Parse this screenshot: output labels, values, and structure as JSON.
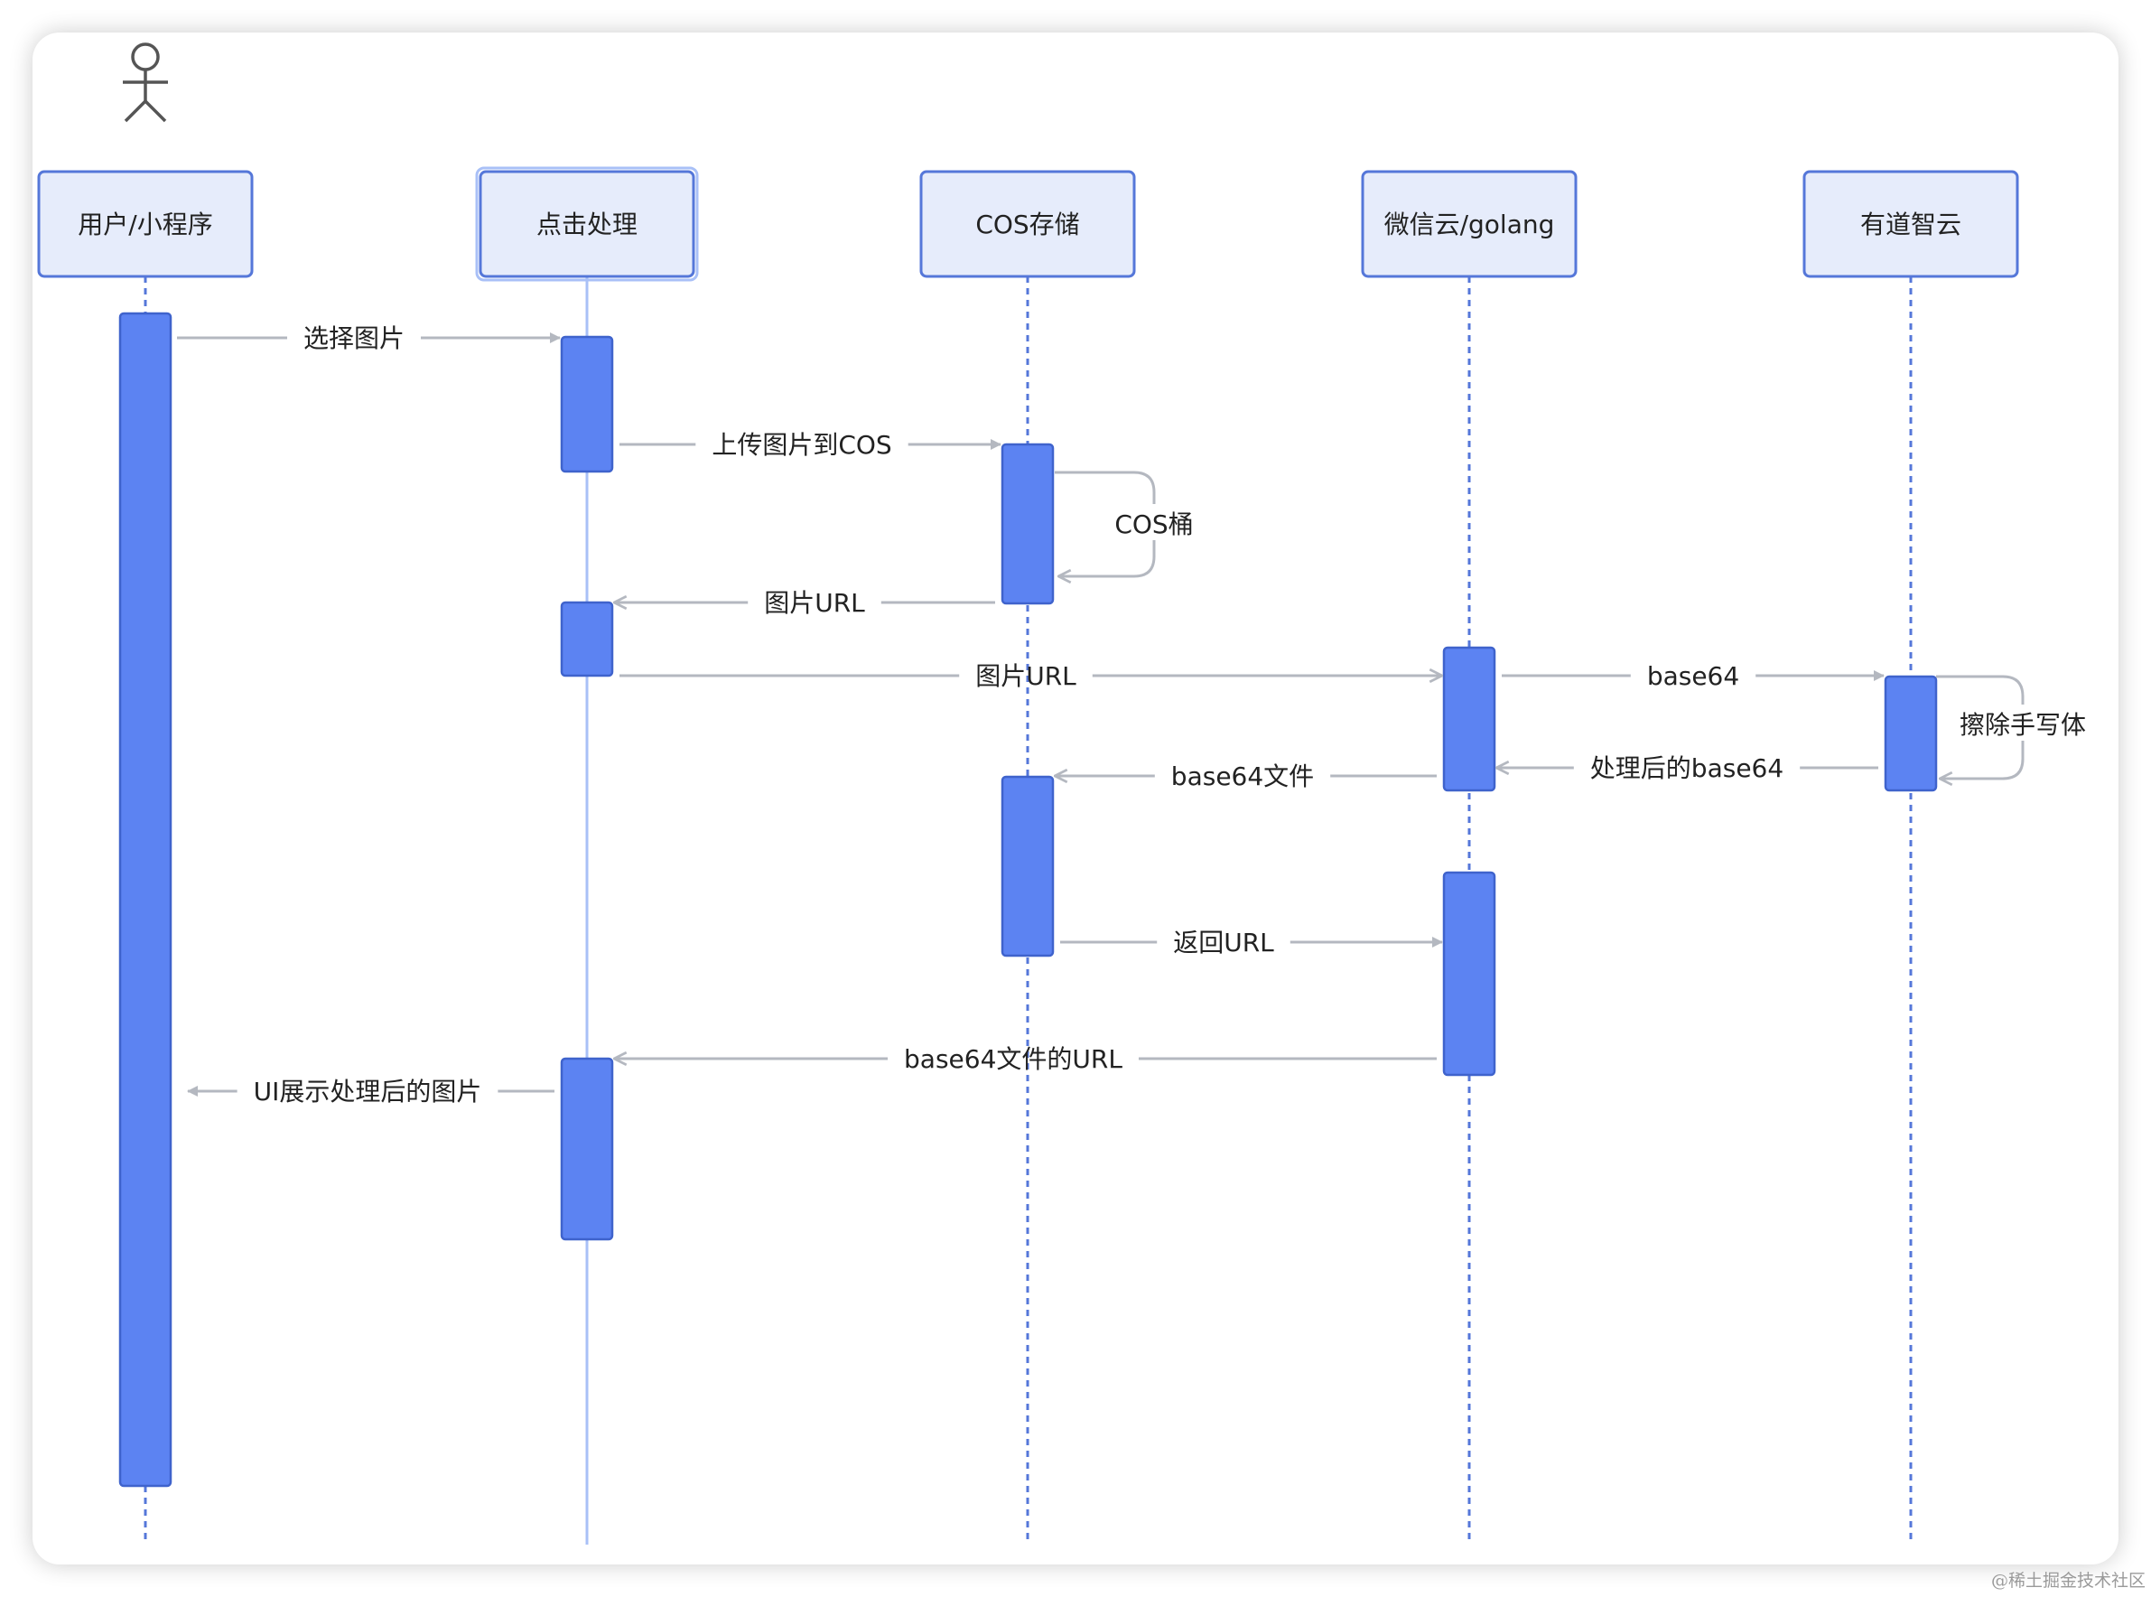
{
  "participants": [
    {
      "id": "user",
      "label": "用户/小程序",
      "actor": true
    },
    {
      "id": "click",
      "label": "点击处理",
      "actor": false
    },
    {
      "id": "cos",
      "label": "COS存储",
      "actor": false
    },
    {
      "id": "wx",
      "label": "微信云/golang",
      "actor": false
    },
    {
      "id": "youdao",
      "label": "有道智云",
      "actor": false
    }
  ],
  "messages": [
    {
      "id": "m1",
      "from": "user",
      "to": "click",
      "label": "选择图片",
      "kind": "sync"
    },
    {
      "id": "m2",
      "from": "click",
      "to": "cos",
      "label": "上传图片到COS",
      "kind": "sync"
    },
    {
      "id": "m3",
      "from": "cos",
      "to": "cos",
      "label": "COS桶",
      "kind": "self"
    },
    {
      "id": "m4",
      "from": "cos",
      "to": "click",
      "label": "图片URL",
      "kind": "return"
    },
    {
      "id": "m5",
      "from": "click",
      "to": "wx",
      "label": "图片URL",
      "kind": "async"
    },
    {
      "id": "m6",
      "from": "wx",
      "to": "youdao",
      "label": "base64",
      "kind": "sync"
    },
    {
      "id": "m7",
      "from": "youdao",
      "to": "youdao",
      "label": "擦除手写体",
      "kind": "self"
    },
    {
      "id": "m8",
      "from": "youdao",
      "to": "wx",
      "label": "处理后的base64",
      "kind": "return"
    },
    {
      "id": "m9",
      "from": "wx",
      "to": "cos",
      "label": "base64文件",
      "kind": "return"
    },
    {
      "id": "m10",
      "from": "cos",
      "to": "wx",
      "label": "返回URL",
      "kind": "sync"
    },
    {
      "id": "m11",
      "from": "wx",
      "to": "click",
      "label": "base64文件的URL",
      "kind": "return"
    },
    {
      "id": "m12",
      "from": "click",
      "to": "user",
      "label": "UI展示处理后的图片",
      "kind": "return"
    }
  ],
  "colors": {
    "box_fill": "#e6ecfb",
    "box_stroke": "#5577d9",
    "activation_fill": "#5c83f2",
    "activation_stroke": "#3f63cc",
    "lifeline": "#5577d9",
    "lifeline_selected": "#a9c0f7",
    "arrow": "#b4b8c0",
    "text": "#222222",
    "actor": "#555555"
  },
  "watermark": "@稀土掘金技术社区"
}
